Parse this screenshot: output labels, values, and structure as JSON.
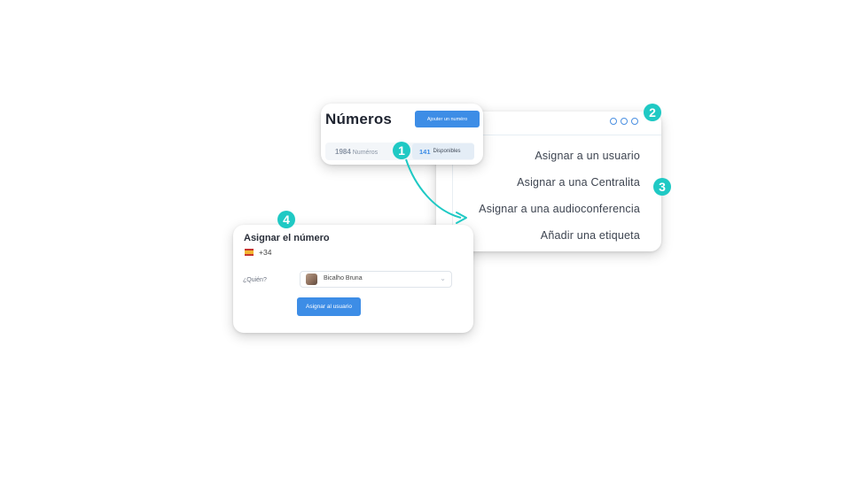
{
  "numeros_card": {
    "title": "Números",
    "add_button_label": "Ajouter un numéro",
    "total_count": "1984",
    "total_label": "Numéros",
    "available_count": "141",
    "available_label": "Disponibles"
  },
  "menu_card": {
    "items": [
      {
        "label": "Asignar a un usuario"
      },
      {
        "label": "Asignar a una Centralita"
      },
      {
        "label": "Asignar a una audioconferencia"
      },
      {
        "label": "Añadir una etiqueta"
      }
    ]
  },
  "assign_card": {
    "title": "Asignar el número",
    "prefix": "+34",
    "who_label": "¿Quién?",
    "selected_user": "Bicalho Bruna",
    "submit_label": "Asignar al usuario"
  },
  "steps": [
    "1",
    "2",
    "3",
    "4"
  ],
  "colors": {
    "accent_blue": "#3d8de6",
    "step_teal": "#1fc9c4"
  },
  "icons": {
    "menu": "more-options-dots-icon",
    "select": "chevron-down-icon",
    "flag": "spain-flag-icon"
  }
}
